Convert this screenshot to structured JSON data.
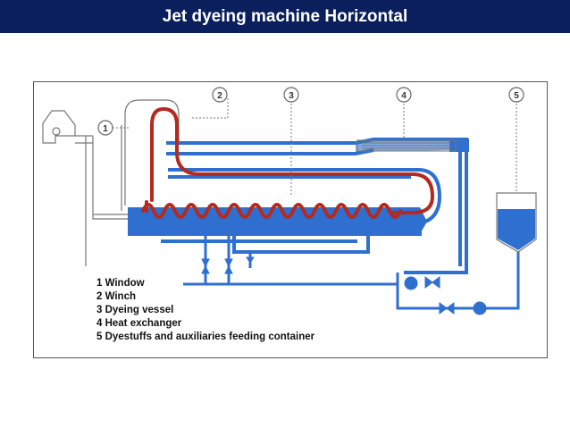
{
  "title": "Jet dyeing machine Horizontal",
  "colors": {
    "title_bg": "#0a1f5c",
    "pipe_blue": "#2f6fd0",
    "liquor_blue": "#2f6fd0",
    "fabric_red": "#b32a1e",
    "outline": "#666666"
  },
  "callouts": [
    "1",
    "2",
    "3",
    "4",
    "5"
  ],
  "legend": [
    "1 Window",
    "2 Winch",
    "3 Dyeing vessel",
    "4 Heat exchanger",
    "5 Dyestuffs and auxiliaries feeding container"
  ]
}
